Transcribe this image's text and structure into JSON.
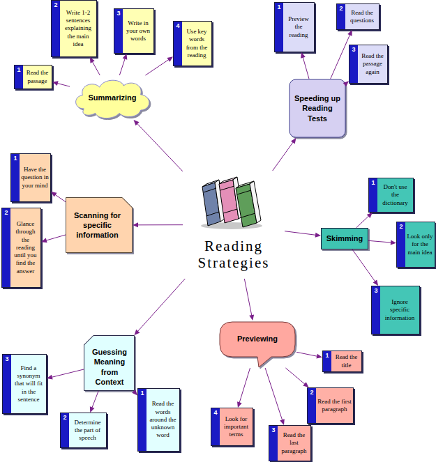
{
  "diagram": {
    "nodes": [
      {
        "text": [
          "Reading Strategies"
        ]
      },
      {
        "text": [
          "Summarizing"
        ]
      },
      {
        "text": [
          "1",
          "Read the passage"
        ]
      },
      {
        "text": [
          "2",
          "Write 1-2 sentences explaining the main idea"
        ]
      },
      {
        "text": [
          "3",
          "Write in your own words"
        ]
      },
      {
        "text": [
          "4",
          "Use key words from the reading"
        ]
      },
      {
        "text": [
          "Speeding up Reading Tests"
        ]
      },
      {
        "text": [
          "1",
          "Preview the reading"
        ]
      },
      {
        "text": [
          "2",
          "Read the questions"
        ]
      },
      {
        "text": [
          "3",
          "Read the passage again"
        ]
      },
      {
        "text": [
          "Scanning for specific information"
        ]
      },
      {
        "text": [
          "1",
          "Have the question in your mind"
        ]
      },
      {
        "text": [
          "2",
          "Glance through the reading until you find the answer"
        ]
      },
      {
        "text": [
          "Skimming"
        ]
      },
      {
        "text": [
          "1",
          "Don't use the dictionary"
        ]
      },
      {
        "text": [
          "2",
          "Look only for the main idea"
        ]
      },
      {
        "text": [
          "3",
          "Ignore specific information"
        ]
      },
      {
        "text": [
          "Guessing Meaning from Context"
        ]
      },
      {
        "text": [
          "3",
          "Find a synonym that will fit in the sentence"
        ]
      },
      {
        "text": [
          "2",
          "Determine the part of speech"
        ]
      },
      {
        "text": [
          "1",
          "Read the words around the unknown word"
        ]
      },
      {
        "text": [
          "Previewing"
        ]
      },
      {
        "text": [
          "1",
          "Read the title"
        ]
      },
      {
        "text": [
          "2",
          "Read the first paragraph"
        ]
      },
      {
        "text": [
          "3",
          "Read the last paragraph"
        ]
      },
      {
        "text": [
          "4",
          "Look for important terms"
        ]
      }
    ],
    "edges": [
      {
        "from": 0,
        "to": 1,
        "arrow": "to"
      },
      {
        "from": 1,
        "to": 2,
        "arrow": "to"
      },
      {
        "from": 1,
        "to": 3,
        "arrow": "to"
      },
      {
        "from": 1,
        "to": 4,
        "arrow": "to"
      },
      {
        "from": 1,
        "to": 5,
        "arrow": "to"
      },
      {
        "from": 0,
        "to": 6,
        "arrow": "to"
      },
      {
        "from": 6,
        "to": 7,
        "arrow": "to"
      },
      {
        "from": 6,
        "to": 8,
        "arrow": "to"
      },
      {
        "from": 6,
        "to": 9,
        "arrow": "to"
      },
      {
        "from": 0,
        "to": 10,
        "arrow": "to"
      },
      {
        "from": 10,
        "to": 11,
        "arrow": "to"
      },
      {
        "from": 10,
        "to": 12,
        "arrow": "to"
      },
      {
        "from": 0,
        "to": 13,
        "arrow": "to"
      },
      {
        "from": 13,
        "to": 14,
        "arrow": "to"
      },
      {
        "from": 13,
        "to": 15,
        "arrow": "to"
      },
      {
        "from": 13,
        "to": 16,
        "arrow": "to"
      },
      {
        "from": 0,
        "to": 17,
        "arrow": "to"
      },
      {
        "from": 17,
        "to": 18,
        "arrow": "to"
      },
      {
        "from": 17,
        "to": 19,
        "arrow": "to"
      },
      {
        "from": 17,
        "to": 20,
        "arrow": "to"
      },
      {
        "from": 0,
        "to": 21,
        "arrow": "to"
      },
      {
        "from": 21,
        "to": 22,
        "arrow": "to"
      },
      {
        "from": 21,
        "to": 23,
        "arrow": "to"
      },
      {
        "from": 21,
        "to": 24,
        "arrow": "to"
      },
      {
        "from": 21,
        "to": 25,
        "arrow": "to"
      }
    ]
  }
}
